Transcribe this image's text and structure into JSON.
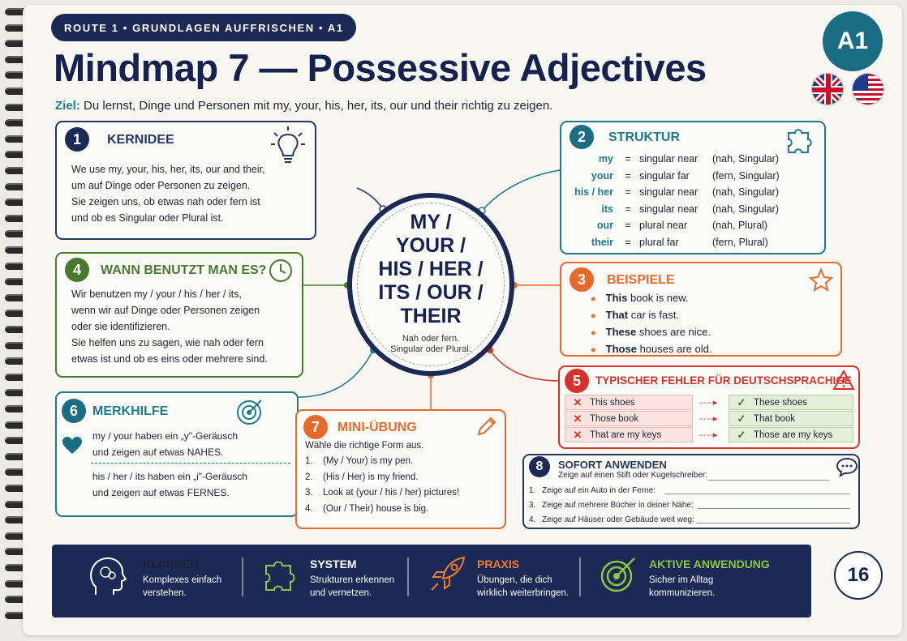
{
  "header": {
    "route": "ROUTE 1  •  GRUNDLAGEN AUFFRISCHEN  •  A1",
    "title": "Mindmap 7 — Possessive Adjectives",
    "goal_label": "Ziel:",
    "goal_text": "Du lernst, Dinge und Personen mit my, your, his, her, its, our und their richtig zu zeigen.",
    "level": "A1"
  },
  "center": {
    "lines": [
      "MY /",
      "YOUR /",
      "HIS / HER /",
      "ITS / OUR /",
      "THEIR"
    ],
    "sub1": "Nah oder fern.",
    "sub2": "Singular oder Plural."
  },
  "colors": {
    "navy": "#1b2a55",
    "teal": "#1f7a8c",
    "blue": "#26375e",
    "green": "#4a7a2c",
    "orange": "#e8692c",
    "red": "#d6322b"
  },
  "cards": {
    "c1": {
      "num": "1",
      "title": "KERNIDEE",
      "icon": "lightbulb-icon",
      "lines": [
        "We use my, your, his, her, its, our and their,",
        "um auf Dinge oder Personen zu zeigen.",
        "Sie zeigen uns, ob etwas nah oder fern ist",
        "und ob es Singular oder Plural ist."
      ]
    },
    "c2": {
      "num": "2",
      "title": "STRUKTUR",
      "icon": "puzzle-icon",
      "rows": [
        {
          "word": "my",
          "eq": "=",
          "meaning": "singular near",
          "de": "(nah, Singular)"
        },
        {
          "word": "your",
          "eq": "=",
          "meaning": "singular far",
          "de": "(fern, Singular)"
        },
        {
          "word": "his / her",
          "eq": "=",
          "meaning": "singular near",
          "de": "(nah, Singular)"
        },
        {
          "word": "its",
          "eq": "=",
          "meaning": "singular near",
          "de": "(nah, Singular)"
        },
        {
          "word": "our",
          "eq": "=",
          "meaning": "plural near",
          "de": "(nah, Plural)"
        },
        {
          "word": "their",
          "eq": "=",
          "meaning": "plural far",
          "de": "(fern, Plural)"
        }
      ]
    },
    "c3": {
      "num": "3",
      "title": "BEISPIELE",
      "icon": "star-icon",
      "items": [
        {
          "bold": "This",
          "rest": " book is new."
        },
        {
          "bold": "That",
          "rest": " car is fast."
        },
        {
          "bold": "These",
          "rest": " shoes are nice."
        },
        {
          "bold": "Those",
          "rest": " houses are old."
        }
      ]
    },
    "c4": {
      "num": "4",
      "title": "WANN BENUTZT MAN ES?",
      "icon": "clock-icon",
      "lines": [
        "Wir benutzen my / your / his / her / its,",
        "wenn wir auf Dinge oder Personen zeigen",
        "oder sie identifizieren.",
        "Sie helfen uns zu sagen, wie nah oder fern",
        "etwas ist und ob es eins oder mehrere sind."
      ]
    },
    "c5": {
      "num": "5",
      "title": "TYPISCHER FEHLER FÜR DEUTSCHSPRACHIGE",
      "icon": "warning-icon",
      "rows": [
        {
          "wrong": "This shoes",
          "right": "These shoes"
        },
        {
          "wrong": "Those book",
          "right": "That book"
        },
        {
          "wrong": "That are my keys",
          "right": "Those are my keys"
        }
      ]
    },
    "c6": {
      "num": "6",
      "title": "MERKHILFE",
      "icon": "target-icon",
      "a1": "my / your haben ein „y\"-Geräusch",
      "a2": "und zeigen auf etwas NAHES.",
      "b1": "his / her / its haben ein „i\"-Geräusch",
      "b2": "und zeigen auf etwas FERNES."
    },
    "c7": {
      "num": "7",
      "title": "MINI-ÜBUNG",
      "icon": "pencil-icon",
      "intro": "Wähle die richtige Form aus.",
      "items": [
        {
          "n": "1.",
          "t": "(My / Your) is my pen."
        },
        {
          "n": "2.",
          "t": "(His / Her) is my friend."
        },
        {
          "n": "3.",
          "t": "Look at (your / his / her) pictures!"
        },
        {
          "n": "4.",
          "t": "(Our / Their) house is big."
        }
      ]
    },
    "c8": {
      "num": "8",
      "title": "SOFORT ANWENDEN",
      "icon": "chat-icon",
      "intro": "Zeige auf einen Stift oder Kugelschreiber:",
      "items": [
        {
          "n": "1.",
          "t": "Zeige auf ein Auto in der Ferne:"
        },
        {
          "n": "3.",
          "t": "Zeige auf mehrere Bücher in deiner Nähe:"
        },
        {
          "n": "4.",
          "t": "Zeige auf Häuser oder Gebäude weit weg:"
        }
      ]
    }
  },
  "banner": [
    {
      "title": "KLARHEIT",
      "l1": "Komplexes einfach",
      "l2": "verstehen.",
      "color": "#ffffff",
      "icon": "head-icon"
    },
    {
      "title": "SYSTEM",
      "l1": "Strukturen erkennen",
      "l2": "und vernetzen.",
      "color": "#ffffff",
      "icon": "puzzle-icon"
    },
    {
      "title": "PRAXIS",
      "l1": "Übungen, die dich",
      "l2": "wirklich weiterbringen.",
      "color": "#f07a2e",
      "icon": "rocket-icon"
    },
    {
      "title": "AKTIVE ANWENDUNG",
      "l1": "Sicher im Alltag",
      "l2": "kommunizieren.",
      "color": "#8dc63f",
      "icon": "target-icon"
    }
  ],
  "page_number": "16"
}
